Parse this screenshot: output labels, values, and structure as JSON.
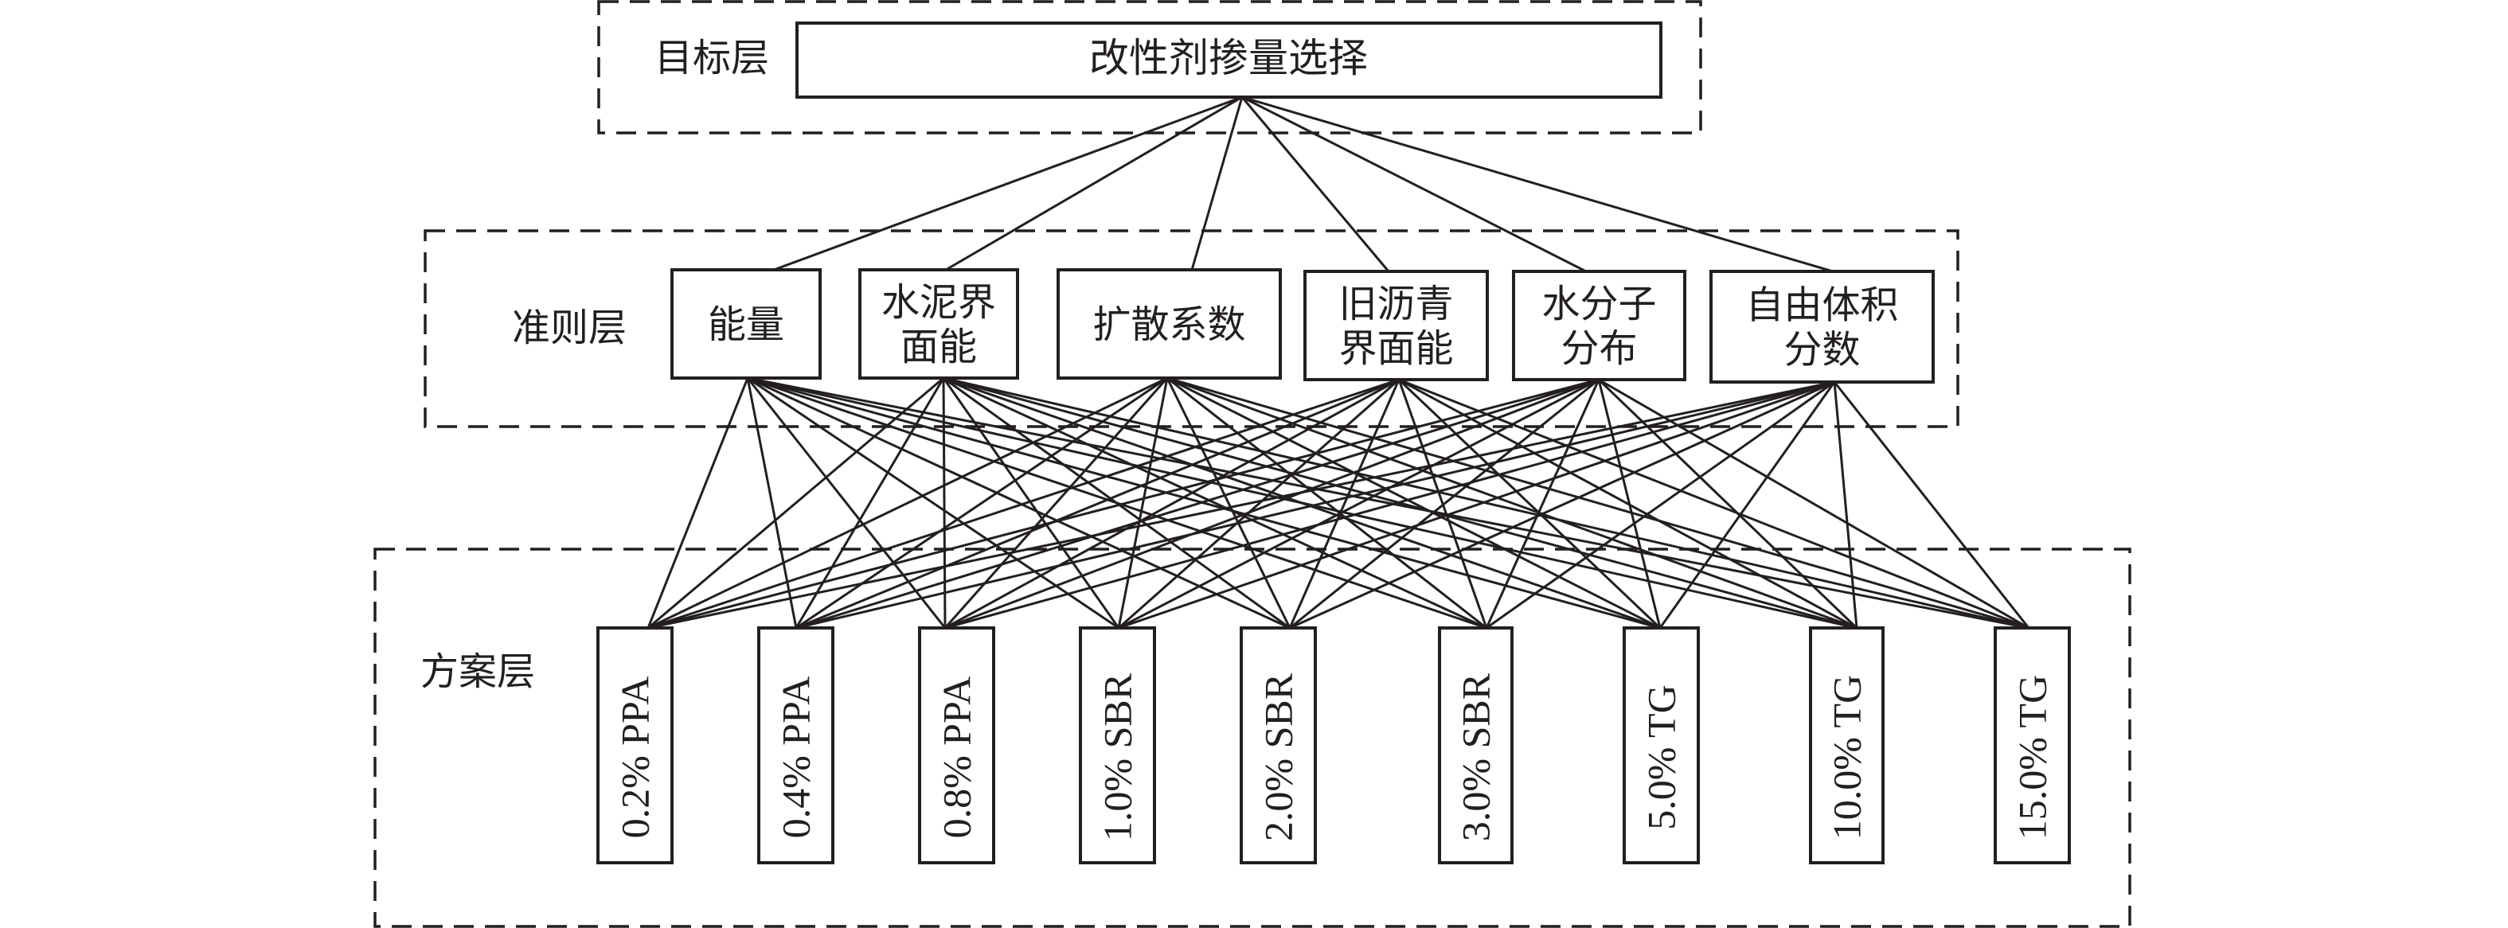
{
  "diagram": {
    "type": "AHP hierarchy",
    "layers": {
      "goal": {
        "label": "目标层"
      },
      "criteria": {
        "label": "准则层"
      },
      "alternatives": {
        "label": "方案层"
      }
    },
    "goal": {
      "id": "goal",
      "text": "改性剂掺量选择"
    },
    "criteria": [
      {
        "id": "c1",
        "lines": [
          "能量"
        ]
      },
      {
        "id": "c2",
        "lines": [
          "水泥界",
          "面能"
        ]
      },
      {
        "id": "c3",
        "lines": [
          "扩散系数"
        ]
      },
      {
        "id": "c4",
        "lines": [
          "旧沥青",
          "界面能"
        ]
      },
      {
        "id": "c5",
        "lines": [
          "水分子",
          "分布"
        ]
      },
      {
        "id": "c6",
        "lines": [
          "自由体积",
          "分数"
        ]
      }
    ],
    "alternatives": [
      {
        "id": "a1",
        "text": "0.2% PPA"
      },
      {
        "id": "a2",
        "text": "0.4% PPA"
      },
      {
        "id": "a3",
        "text": "0.8% PPA"
      },
      {
        "id": "a4",
        "text": "1.0% SBR"
      },
      {
        "id": "a5",
        "text": "2.0% SBR"
      },
      {
        "id": "a6",
        "text": "3.0% SBR"
      },
      {
        "id": "a7",
        "text": "5.0% TG"
      },
      {
        "id": "a8",
        "text": "10.0% TG"
      },
      {
        "id": "a9",
        "text": "15.0% TG"
      }
    ],
    "connections": {
      "goal_to_criteria": "all",
      "criteria_to_alternatives": "all"
    }
  }
}
